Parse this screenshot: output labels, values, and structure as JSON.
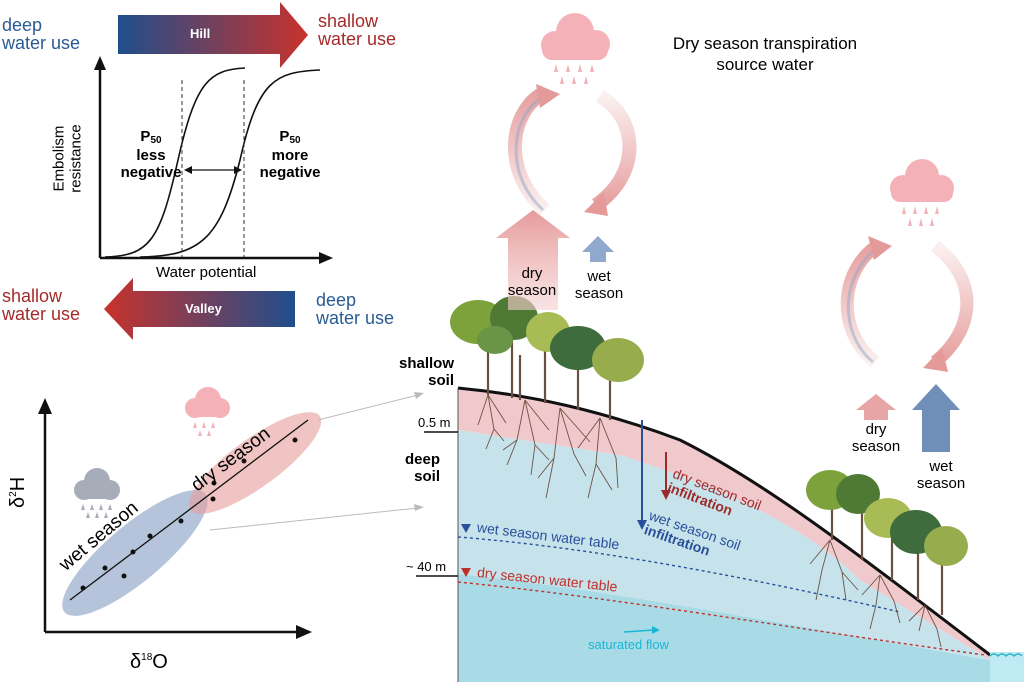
{
  "top_panel": {
    "hill_arrow_label": "Hill",
    "left_label_line1": "deep",
    "left_label_line2": "water use",
    "right_label_line1": "shallow",
    "right_label_line2": "water use",
    "y_axis_line1": "Embolism",
    "y_axis_line2": "resistance",
    "x_axis": "Water potential",
    "p50_prefix": "P",
    "p50_sub": "50",
    "left_curve_line1": "less",
    "left_curve_line2": "negative",
    "right_curve_line1": "more",
    "right_curve_line2": "negative"
  },
  "valley_panel": {
    "valley_arrow_label": "Valley",
    "left_label_line1": "shallow",
    "left_label_line2": "water use",
    "right_label_line1": "deep",
    "right_label_line2": "water use"
  },
  "isotope_panel": {
    "y_axis_delta": "δ",
    "y_axis_sup": "2",
    "y_axis_element": "H",
    "x_axis_delta": "δ",
    "x_axis_sup": "18",
    "x_axis_element": "O",
    "wet_label": "wet season",
    "dry_label": "dry season"
  },
  "hillslope": {
    "title_line1": "Dry season transpiration",
    "title_line2": "source water",
    "hill_dry_arrow_line1": "dry",
    "hill_dry_arrow_line2": "season",
    "hill_wet_arrow_line1": "wet",
    "hill_wet_arrow_line2": "season",
    "valley_dry_arrow_line1": "dry",
    "valley_dry_arrow_line2": "season",
    "valley_wet_arrow_line1": "wet",
    "valley_wet_arrow_line2": "season",
    "shallow_soil_line1": "shallow",
    "shallow_soil_line2": "soil",
    "depth_shallow": "0.5 m",
    "deep_soil_line1": "deep",
    "deep_soil_line2": "soil",
    "depth_deep": "~ 40 m",
    "dry_infiltration_line1": "dry season soil",
    "dry_infiltration_line2": "infiltration",
    "wet_infiltration_line1": "wet season soil",
    "wet_infiltration_line2": "infiltration",
    "wet_water_table": "wet season water table",
    "dry_water_table": "dry season water table",
    "saturated_flow": "saturated flow"
  },
  "colors": {
    "deep_blue": "#1f4e8c",
    "shallow_red": "#c0302b",
    "dry_pink": "#e8a0a0",
    "wet_blue": "#7d9cc4",
    "soil_pink": "#f0c9cc",
    "groundwater": "#a9dbe6"
  }
}
